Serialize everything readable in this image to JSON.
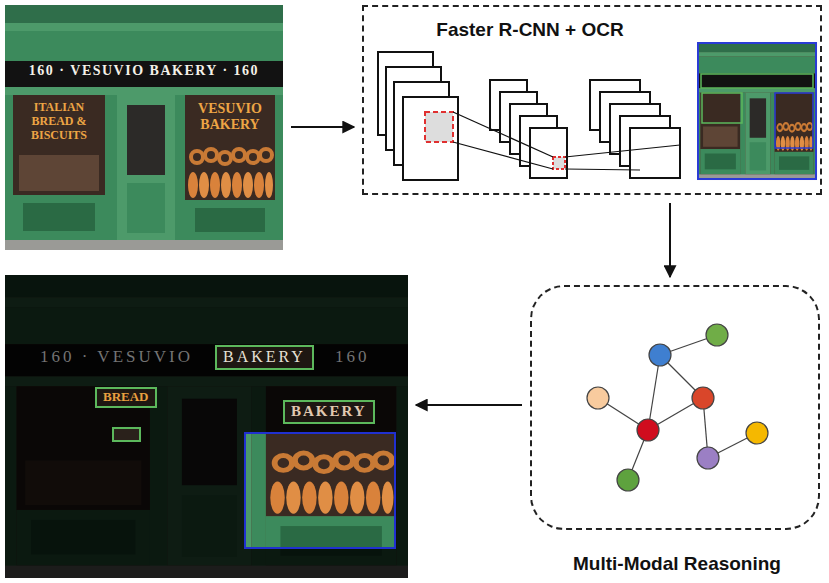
{
  "diagram": {
    "nodes": [
      {
        "text": [
          "160 · VESUVIO BAKERY · 160",
          "ITALIAN BREAD & BISCUITS",
          "VESUVIO BAKERY"
        ]
      },
      {
        "text": [
          "Faster R-CNN + OCR"
        ]
      },
      {
        "text": [
          "Multi-Modal Reasoning"
        ]
      },
      {
        "text": [
          "160 · VESUVIO",
          "160"
        ]
      },
      {
        "text": [
          "BAKERY"
        ],
        "in": 3
      },
      {
        "text": [
          "BREAD"
        ],
        "in": 3
      },
      {
        "text": [
          "BAKERY"
        ],
        "in": 3
      }
    ],
    "edges": [
      {
        "from": 0,
        "to": 1,
        "arrow": "to"
      },
      {
        "from": 1,
        "to": 2,
        "arrow": "to"
      },
      {
        "from": 2,
        "to": 3,
        "arrow": "to"
      }
    ]
  }
}
